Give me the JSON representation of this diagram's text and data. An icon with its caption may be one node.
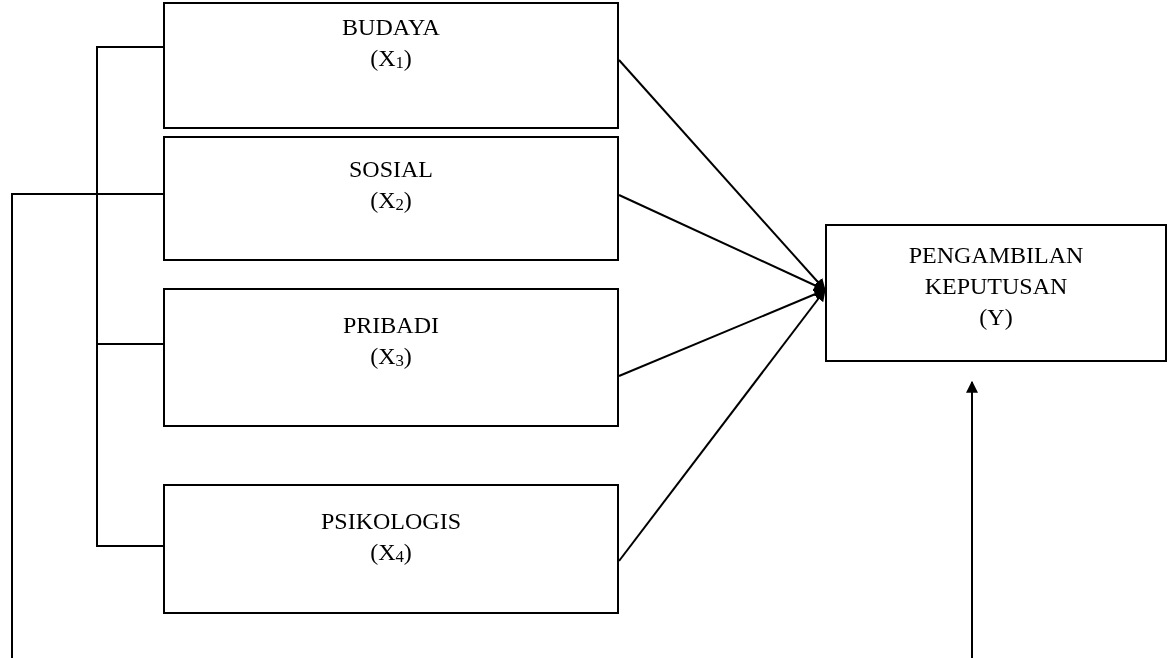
{
  "diagram": {
    "nodes": [
      {
        "text": [
          "BUDAYA",
          "(X$_{1}$)"
        ]
      },
      {
        "text": [
          "SOSIAL",
          "(X$_{2}$)"
        ]
      },
      {
        "text": [
          "PRIBADI",
          "(X$_{3}$)"
        ]
      },
      {
        "text": [
          "PSIKOLOGIS",
          "(X$_{4}$)"
        ]
      },
      {
        "text": [
          "PENGAMBILAN KEPUTUSAN",
          "(Y)"
        ]
      }
    ],
    "edges": [
      {
        "from": 0,
        "to": 1,
        "arrow": "none"
      },
      {
        "from": 1,
        "to": 2,
        "arrow": "none"
      },
      {
        "from": 2,
        "to": 3,
        "arrow": "none"
      },
      {
        "from": null,
        "to": 1,
        "arrow": "none"
      },
      {
        "from": 0,
        "to": 4,
        "arrow": "to"
      },
      {
        "from": 1,
        "to": 4,
        "arrow": "to"
      },
      {
        "from": 2,
        "to": 4,
        "arrow": "to"
      },
      {
        "from": 3,
        "to": 4,
        "arrow": "to"
      },
      {
        "from": null,
        "to": 4,
        "arrow": "to"
      }
    ]
  }
}
